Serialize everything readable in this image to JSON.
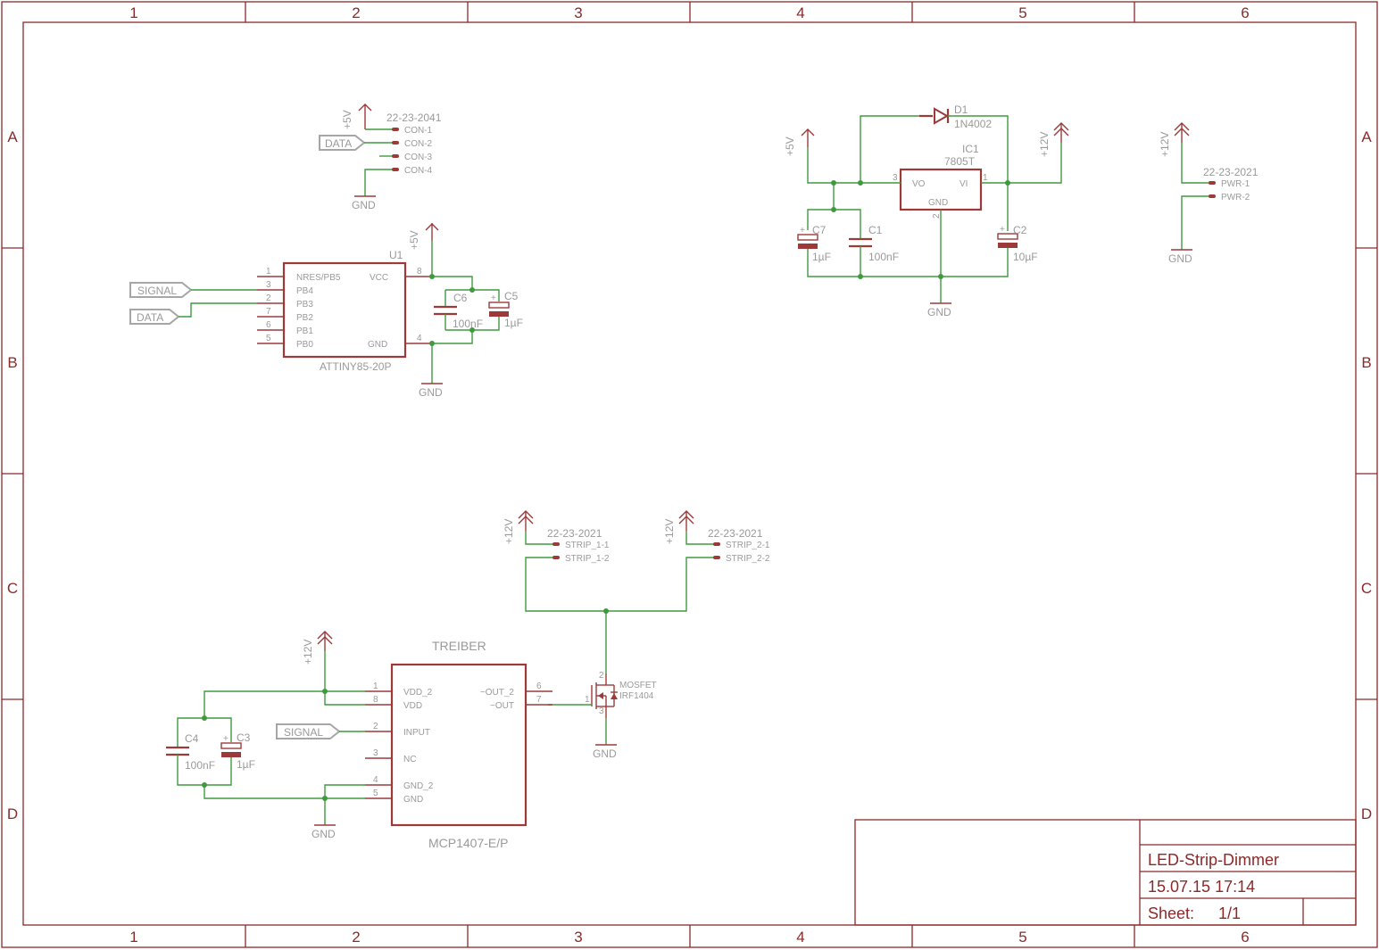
{
  "frame": {
    "columns": [
      "1",
      "2",
      "3",
      "4",
      "5",
      "6"
    ],
    "rows": [
      "A",
      "B",
      "C",
      "D"
    ]
  },
  "title_block": {
    "title": "LED-Strip-Dimmer",
    "datetime": "15.07.15 17:14",
    "sheet_label": "Sheet:",
    "sheet_value": "1/1"
  },
  "power": {
    "p5v": "+5V",
    "p12v": "+12V",
    "gnd": "GND"
  },
  "signals": {
    "data": "DATA",
    "signal": "SIGNAL"
  },
  "con1": {
    "part": "22-23-2041",
    "pins": [
      "CON-1",
      "CON-2",
      "CON-3",
      "CON-4"
    ]
  },
  "u1": {
    "ref": "U1",
    "value": "ATTINY85-20P",
    "left_pins": [
      {
        "num": "1",
        "name": "NRES/PB5"
      },
      {
        "num": "3",
        "name": "PB4"
      },
      {
        "num": "2",
        "name": "PB3"
      },
      {
        "num": "7",
        "name": "PB2"
      },
      {
        "num": "6",
        "name": "PB1"
      },
      {
        "num": "5",
        "name": "PB0"
      }
    ],
    "vcc": {
      "num": "8",
      "name": "VCC"
    },
    "gnd": {
      "num": "4",
      "name": "GND"
    }
  },
  "c6": {
    "ref": "C6",
    "value": "100nF"
  },
  "c5": {
    "ref": "C5",
    "value": "1µF"
  },
  "d1": {
    "ref": "D1",
    "value": "1N4002"
  },
  "ic1": {
    "ref": "IC1",
    "value": "7805T",
    "vo": "VO",
    "vi": "VI",
    "gnd": "GND",
    "pin_vo": "3",
    "pin_vi": "1",
    "pin_gnd": "2"
  },
  "c7": {
    "ref": "C7",
    "value": "1µF"
  },
  "c1": {
    "ref": "C1",
    "value": "100nF"
  },
  "c2": {
    "ref": "C2",
    "value": "10µF"
  },
  "pwr": {
    "part": "22-23-2021",
    "pins": [
      "PWR-1",
      "PWR-2"
    ]
  },
  "strip1": {
    "part": "22-23-2021",
    "pins": [
      "STRIP_1-1",
      "STRIP_1-2"
    ]
  },
  "strip2": {
    "part": "22-23-2021",
    "pins": [
      "STRIP_2-1",
      "STRIP_2-2"
    ]
  },
  "driver": {
    "name": "TREIBER",
    "value": "MCP1407-E/P",
    "left_pins": [
      {
        "num": "1",
        "name": "VDD_2"
      },
      {
        "num": "8",
        "name": "VDD"
      },
      {
        "num": "2",
        "name": "INPUT"
      },
      {
        "num": "3",
        "name": "NC"
      },
      {
        "num": "4",
        "name": "GND_2"
      },
      {
        "num": "5",
        "name": "GND"
      }
    ],
    "right_pins": [
      {
        "num": "6",
        "name": "~OUT_2"
      },
      {
        "num": "7",
        "name": "~OUT"
      }
    ]
  },
  "mosfet": {
    "type": "MOSFET",
    "value": "IRF1404",
    "pin_d": "2",
    "pin_g": "1",
    "pin_s": "3"
  },
  "c4": {
    "ref": "C4",
    "value": "100nF"
  },
  "c3": {
    "ref": "C3",
    "value": "1µF"
  }
}
